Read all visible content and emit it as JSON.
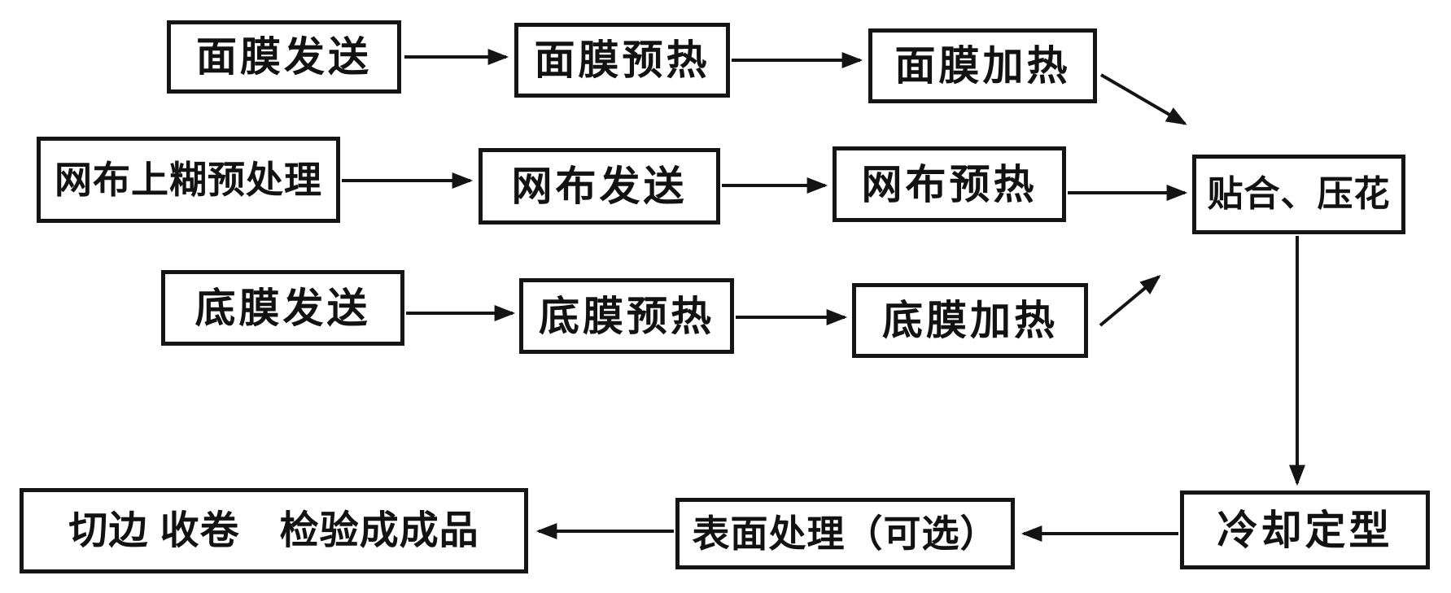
{
  "diagram": {
    "type": "flowchart",
    "colors": {
      "background": "#ffffff",
      "ink": "#141414"
    },
    "nodes": [
      {
        "id": "face-film-send",
        "label": "面膜发送"
      },
      {
        "id": "face-film-preheat",
        "label": "面膜预热"
      },
      {
        "id": "face-film-heat",
        "label": "面膜加热"
      },
      {
        "id": "mesh-paste-pretreat",
        "label": "网布上糊预处理"
      },
      {
        "id": "mesh-send",
        "label": "网布发送"
      },
      {
        "id": "mesh-preheat",
        "label": "网布预热"
      },
      {
        "id": "laminate-emboss",
        "label": "贴合、压花"
      },
      {
        "id": "base-film-send",
        "label": "底膜发送"
      },
      {
        "id": "base-film-preheat",
        "label": "底膜预热"
      },
      {
        "id": "base-film-heat",
        "label": "底膜加热"
      },
      {
        "id": "cool-set",
        "label": "冷却定型"
      },
      {
        "id": "surface-treatment",
        "label": "表面处理（可选）"
      },
      {
        "id": "trim-wind-inspect",
        "label": "切边 收卷　检验成成品"
      }
    ],
    "edges": [
      {
        "from": "face-film-send",
        "to": "face-film-preheat"
      },
      {
        "from": "face-film-preheat",
        "to": "face-film-heat"
      },
      {
        "from": "face-film-heat",
        "to": "laminate-emboss"
      },
      {
        "from": "mesh-paste-pretreat",
        "to": "mesh-send"
      },
      {
        "from": "mesh-send",
        "to": "mesh-preheat"
      },
      {
        "from": "mesh-preheat",
        "to": "laminate-emboss"
      },
      {
        "from": "base-film-send",
        "to": "base-film-preheat"
      },
      {
        "from": "base-film-preheat",
        "to": "base-film-heat"
      },
      {
        "from": "base-film-heat",
        "to": "laminate-emboss"
      },
      {
        "from": "laminate-emboss",
        "to": "cool-set"
      },
      {
        "from": "cool-set",
        "to": "surface-treatment"
      },
      {
        "from": "surface-treatment",
        "to": "trim-wind-inspect"
      }
    ]
  }
}
